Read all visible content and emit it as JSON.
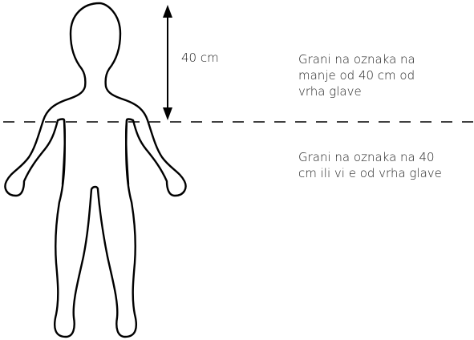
{
  "measurement": {
    "label": "40 cm"
  },
  "zones": {
    "upper": {
      "lines": [
        "Grani na oznaka na",
        "manje od 40 cm od",
        "vrha glave"
      ]
    },
    "lower": {
      "lines": [
        "Grani na oznaka na 40",
        "cm ili vi e od vrha glave"
      ]
    }
  },
  "colors": {
    "stroke": "#000000",
    "text": "#222222"
  },
  "icons": {
    "figure": "human-body-outline",
    "arrow": "double-headed-vertical-arrow",
    "divider": "dashed-horizontal-line"
  }
}
